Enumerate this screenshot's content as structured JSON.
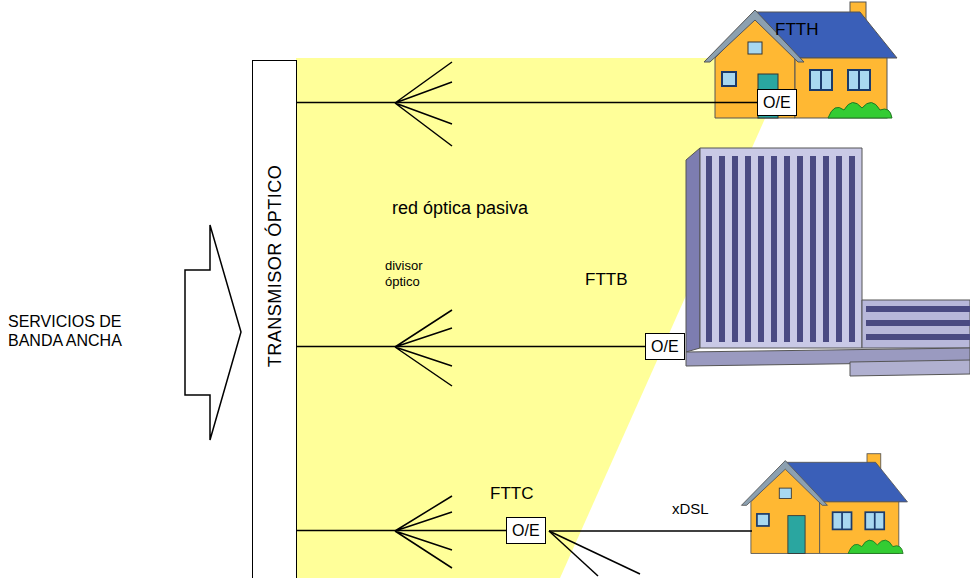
{
  "diagram": {
    "nodes": [
      {
        "text": [
          "TRANSMISOR ÓPTICO"
        ]
      },
      {
        "text": [
          "O/E"
        ]
      },
      {
        "text": [
          "O/E"
        ]
      },
      {
        "text": [
          "O/E"
        ]
      }
    ],
    "edges": [
      {
        "from": 0,
        "to": 1,
        "arrow": "none"
      },
      {
        "from": 0,
        "to": 2,
        "arrow": "none"
      },
      {
        "from": 0,
        "to": 3,
        "arrow": "none"
      }
    ],
    "labels": [
      "SERVICIOS DE BANDA ANCHA",
      "FTTH",
      "red óptica pasiva",
      "divisor óptico",
      "FTTB",
      "FTTC",
      "xDSL"
    ]
  }
}
